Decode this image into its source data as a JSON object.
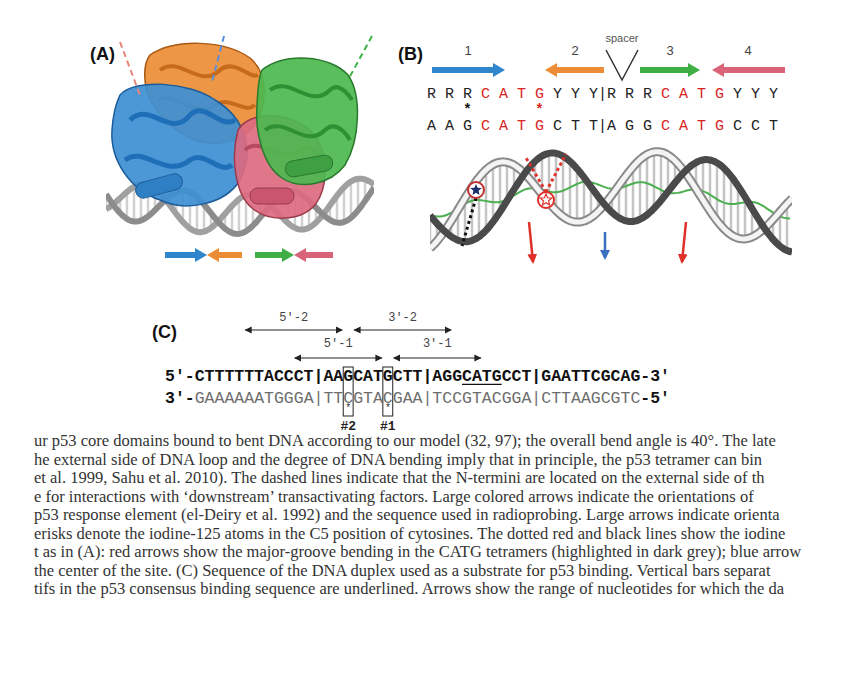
{
  "diagram": {
    "labels": [
      "(A)",
      "(B)",
      "1",
      "2",
      "spacer",
      "3",
      "4",
      "R R R",
      "C A T G",
      "Y Y Y|R R R",
      "C A T G",
      "Y Y Y",
      "*",
      "*",
      "A A G",
      "C A T G",
      "C T T|A G G",
      "C A T G",
      "C C T",
      "(C)",
      "5'-2",
      "3'-2",
      "5'-1",
      "3'-1",
      "5'-CTTTTTTACCCT|AAGCATGCTT|AGGCATGCCT|GAATTCGCAG-3'",
      "3'-",
      "GAAAAAATGGGA|TTCGTACGAA|TCCGTACGGA|CTTAAGCGTC",
      "-5'",
      "*",
      "*",
      "#2",
      "#1",
      "ur p53 core domains bound to bent DNA according to our model (32, 97); the overall bend angle is 40°. The late",
      "he external side of DNA loop and the degree of DNA bending imply that in principle, the p53 tetramer can bin",
      "et al. 1999, Sahu et al. 2010). The dashed lines indicate that the N-termini are located on the external side of th",
      "e for interactions with ‘downstream’ transactivating factors. Large colored arrows indicate the orientations of",
      "p53 response element (el-Deiry et al. 1992) and the sequence used in radioprobing. Large arrows indicate orienta",
      "erisks denote the iodine-125 atoms in the C5 position of cytosines. The dotted red and black lines show the iodine",
      "t as in (A): red arrows show the major-groove bending in the CATG tetramers (highlighted in dark grey); blue arrow",
      "the center of the site. (C) Sequence of the DNA duplex used as a substrate for p53 binding. Vertical bars separat",
      "tifs in the p53 consensus binding sequence are underlined. Arrows show the range of nucleotides for which the da"
    ]
  }
}
